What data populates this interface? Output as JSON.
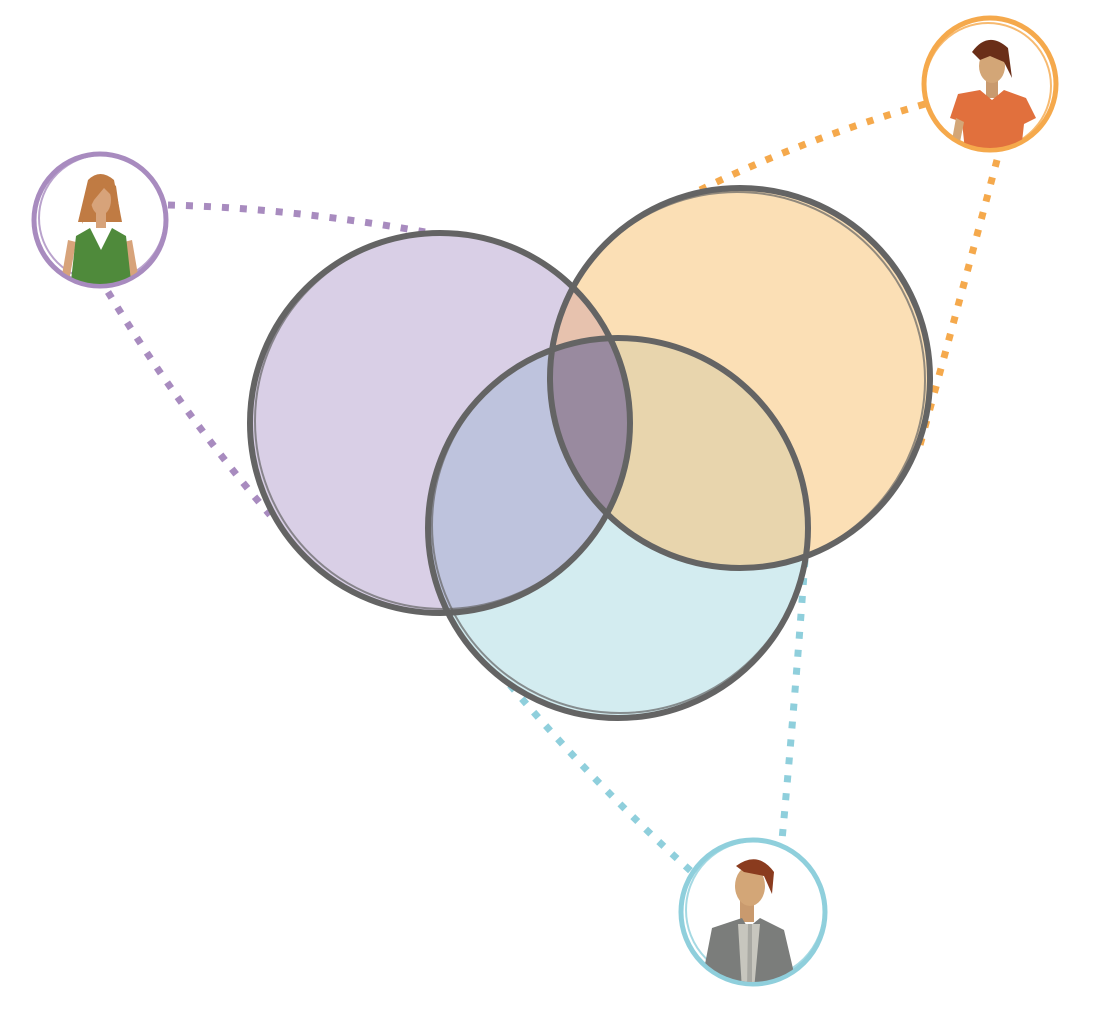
{
  "diagram": {
    "type": "venn",
    "sets": [
      {
        "id": "purple",
        "color": "#a88bbf",
        "fill": "#d9cfe6"
      },
      {
        "id": "orange",
        "color": "#f5a94c",
        "fill": "#fbdfb5"
      },
      {
        "id": "teal",
        "color": "#8fcfdc",
        "fill": "#d3ecf0"
      }
    ],
    "overlap_colors": {
      "purple_orange": "#e7c2ae",
      "purple_teal": "#bec3dd",
      "orange_teal": "#e8d5ad",
      "all_three": "#998a9f"
    },
    "outline_color": "#646464",
    "people": [
      {
        "id": "woman-green-top",
        "ring_color": "#a88bbf"
      },
      {
        "id": "man-orange-shirt",
        "ring_color": "#f5a94c"
      },
      {
        "id": "man-grey-jacket",
        "ring_color": "#8fcfdc"
      }
    ]
  }
}
